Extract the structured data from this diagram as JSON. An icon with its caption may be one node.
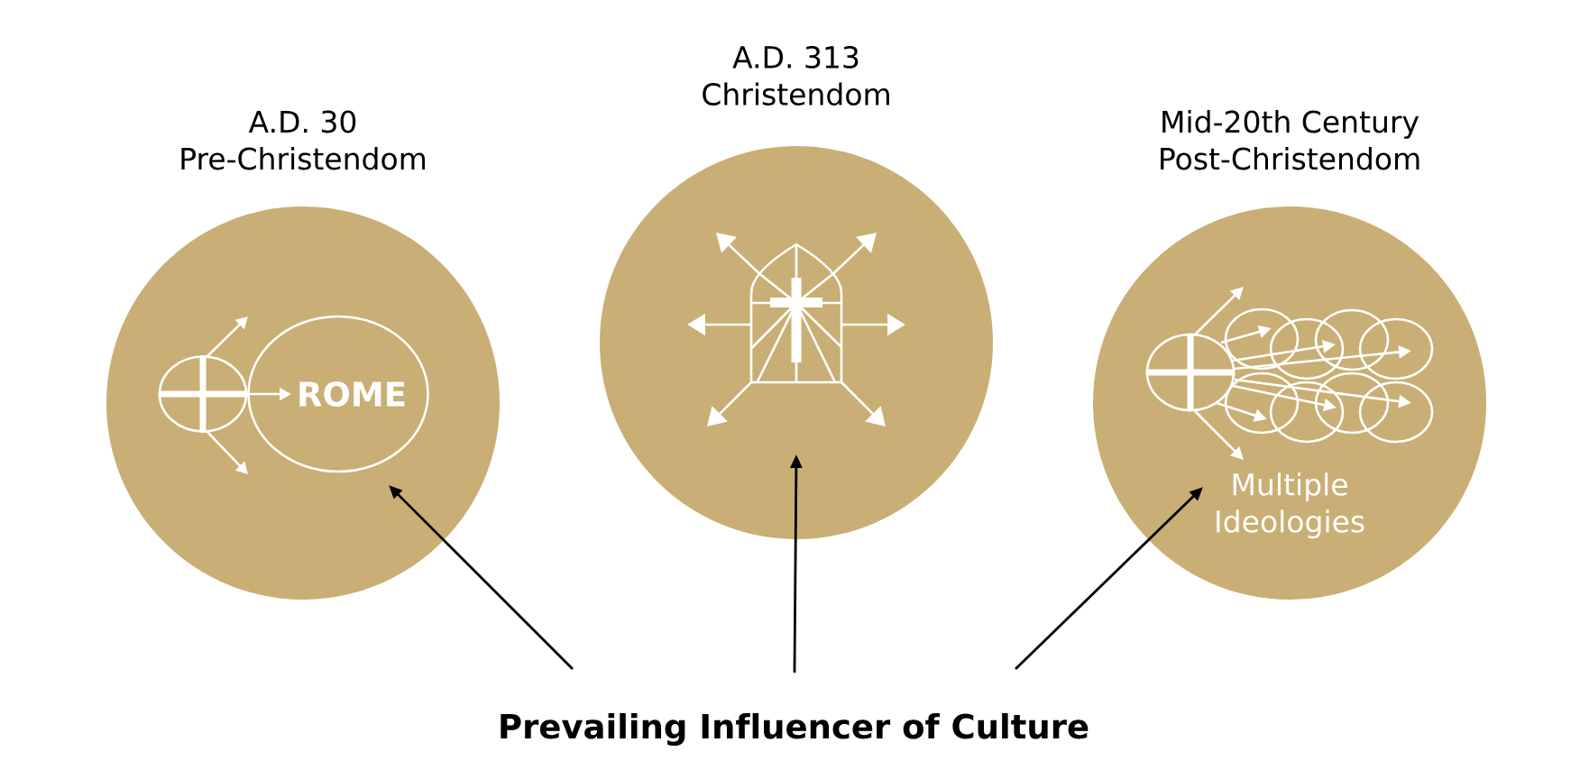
{
  "diagram": {
    "nodes": [
      {
        "text": [
          "A.D. 30",
          "Pre-Christendom"
        ]
      },
      {
        "text": [],
        "shape": "circle",
        "in": 0
      },
      {
        "text": [
          "ROME"
        ],
        "in": 0
      },
      {
        "text": [
          "A.D. 313",
          "Christendom"
        ]
      },
      {
        "text": [],
        "shape": "picture",
        "in": 3
      },
      {
        "text": [
          "Mid-20th Century",
          "Post-Christendom",
          "Multiple Ideologies"
        ]
      },
      {
        "text": [],
        "shape": "circle",
        "in": 5
      },
      {
        "text": [],
        "shape": "picture",
        "in": 5
      },
      {
        "text": [
          "Prevailing Influencer of Culture"
        ]
      }
    ],
    "edges": [
      {
        "from": 1,
        "to": 2,
        "arrow": "to"
      },
      {
        "from": 1,
        "to": null,
        "arrow": "to"
      },
      {
        "from": 1,
        "to": null,
        "arrow": "to"
      },
      {
        "from": 4,
        "to": null,
        "arrow": "to"
      },
      {
        "from": 4,
        "to": null,
        "arrow": "to"
      },
      {
        "from": 4,
        "to": null,
        "arrow": "to"
      },
      {
        "from": 4,
        "to": null,
        "arrow": "to"
      },
      {
        "from": 4,
        "to": null,
        "arrow": "to"
      },
      {
        "from": 4,
        "to": null,
        "arrow": "to"
      },
      {
        "from": 6,
        "to": null,
        "arrow": "to"
      },
      {
        "from": 6,
        "to": null,
        "arrow": "to"
      },
      {
        "from": 6,
        "to": 7,
        "arrow": "to"
      },
      {
        "from": 6,
        "to": 7,
        "arrow": "to"
      },
      {
        "from": 6,
        "to": 7,
        "arrow": "to"
      },
      {
        "from": 6,
        "to": 7,
        "arrow": "to"
      },
      {
        "from": 6,
        "to": 7,
        "arrow": "to"
      },
      {
        "from": 6,
        "to": 7,
        "arrow": "to"
      },
      {
        "from": 8,
        "to": 0,
        "arrow": "to",
        "color": "#000000"
      },
      {
        "from": 8,
        "to": 3,
        "arrow": "to",
        "color": "#000000"
      },
      {
        "from": 8,
        "to": 5,
        "arrow": "to",
        "color": "#000000"
      }
    ]
  }
}
